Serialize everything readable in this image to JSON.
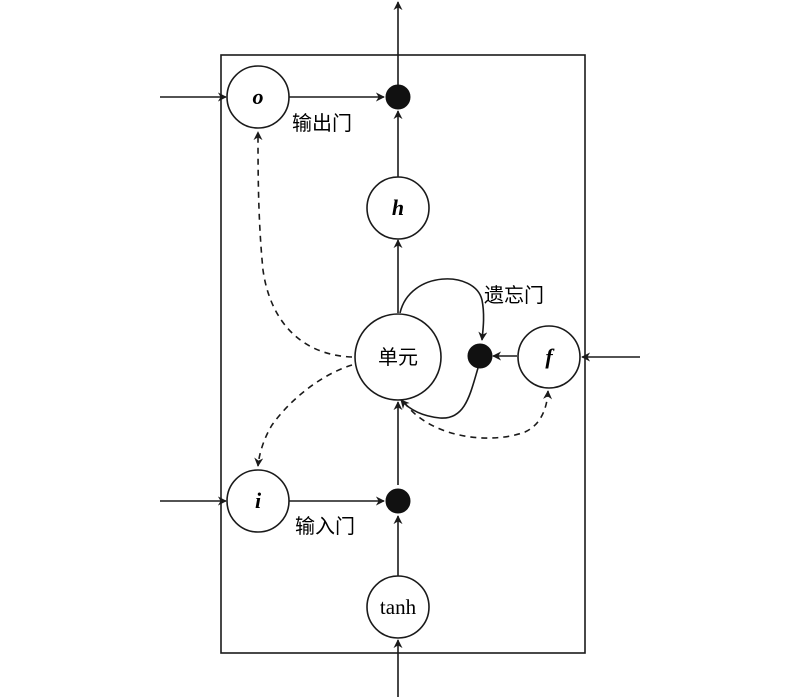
{
  "nodes": {
    "output_gate": "o",
    "hidden": "h",
    "cell": "单元",
    "forget_gate": "f",
    "input_gate": "i",
    "tanh": "tanh"
  },
  "labels": {
    "output_gate": "输出门",
    "forget_gate": "遗忘门",
    "input_gate": "输入门"
  },
  "colors": {
    "stroke": "#1a1a1a",
    "dot_fill": "#111111",
    "background": "#ffffff"
  }
}
